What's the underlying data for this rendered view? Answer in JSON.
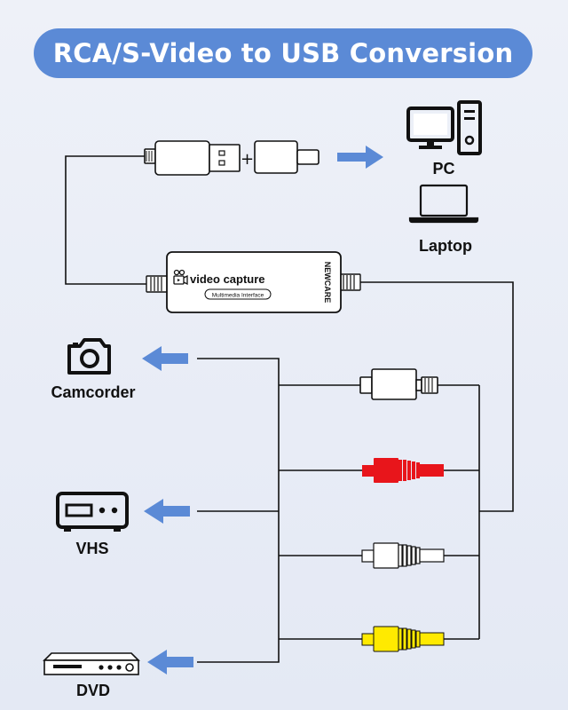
{
  "title": "RCA/S-Video to USB Conversion",
  "device": {
    "name": "video capture",
    "subtitle": "Multimedia Interface",
    "brand": "NEWCARE"
  },
  "adapter_plus": "+",
  "labels": {
    "pc": "PC",
    "laptop": "Laptop",
    "camcorder": "Camcorder",
    "vhs": "VHS",
    "dvd": "DVD"
  },
  "colors": {
    "title_bg": "#5b8ad6",
    "arrow": "#5b8ad6",
    "rca_red": "#e8151b",
    "rca_white": "#ffffff",
    "rca_yellow": "#ffea00",
    "line": "#111111"
  },
  "icons": [
    "usb-a-plug-icon",
    "usb-c-adapter-icon",
    "pc-icon",
    "laptop-icon",
    "camera-icon",
    "vhs-player-icon",
    "dvd-player-icon",
    "s-video-plug-icon",
    "rca-plug-icon"
  ]
}
